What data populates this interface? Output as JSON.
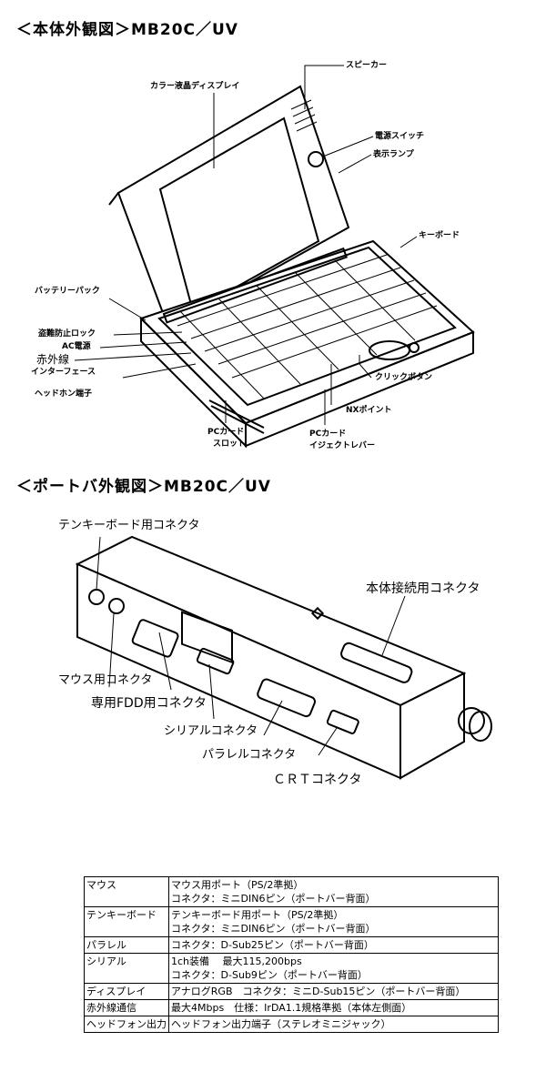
{
  "heading_top": "＜本体外観図＞MB20C／UV",
  "heading_bottom": "＜ポートバ外観図＞MB20C／UV",
  "top_labels": {
    "display": "カラー液晶ディスプレイ",
    "speaker": "スピーカー",
    "power_switch": "電源スイッチ",
    "indicator": "表示ランプ",
    "keyboard": "キーボード",
    "battery": "バッテリーパック",
    "lock": "盗難防止ロック",
    "ac": "AC電源",
    "infrared_1": "赤外線",
    "infrared_2": "インターフェース",
    "headphone": "ヘッドホン端子",
    "click": "クリックボタン",
    "nx": "NXポイント",
    "pccard_slot_1": "PCカード",
    "pccard_slot_2": "スロット",
    "pccard_eject_1": "PCカード",
    "pccard_eject_2": "イジェクトレバー"
  },
  "bottom_labels": {
    "tenkey": "テンキーボード用コネクタ",
    "body_conn": "本体接続用コネクタ",
    "mouse": "マウス用コネクタ",
    "fdd": "専用FDD用コネクタ",
    "serial": "シリアルコネクタ",
    "parallel": "パラレルコネクタ",
    "crt": "ＣＲＴコネクタ"
  },
  "spec_table": [
    {
      "key": "マウス",
      "lines": [
        "マウス用ポート（PS/2準拠）",
        "コネクタ：ミニDIN6ピン（ポートバー背面）"
      ]
    },
    {
      "key": "テンキーボード",
      "lines": [
        "テンキーボード用ポート（PS/2準拠）",
        "コネクタ：ミニDIN6ピン（ポートバー背面）"
      ]
    },
    {
      "key": "パラレル",
      "lines": [
        "コネクタ：D-Sub25ピン（ポートバー背面）"
      ]
    },
    {
      "key": "シリアル",
      "lines": [
        "1ch装備　 最大115,200bps",
        "コネクタ：D-Sub9ピン（ポートバー背面）"
      ]
    },
    {
      "key": "ディスプレイ",
      "lines": [
        "アナログRGB　コネクタ：ミニD-Sub15ピン（ポートバー背面）"
      ]
    },
    {
      "key": "赤外線通信",
      "lines": [
        "最大4Mbps　仕様：IrDA1.1規格準拠（本体左側面）"
      ]
    },
    {
      "key": "ヘッドフォン出力",
      "lines": [
        "ヘッドフォン出力端子（ステレオミニジャック）"
      ]
    }
  ]
}
